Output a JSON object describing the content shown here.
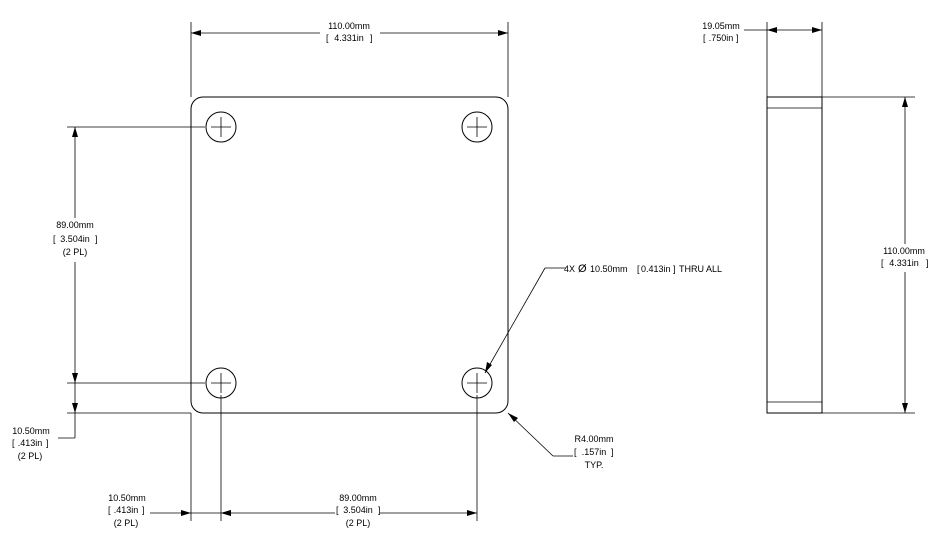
{
  "drawing": {
    "top_width": {
      "mm": "110.00mm",
      "inch": "4.331in"
    },
    "left_height": {
      "mm": "89.00mm",
      "inch": "3.504in",
      "note": "(2 PL)"
    },
    "left_offset": {
      "mm": "10.50mm",
      "inch": ".413in",
      "note": "(2 PL)"
    },
    "bottom_offset": {
      "mm": "10.50mm",
      "inch": ".413in",
      "note": "(2 PL)"
    },
    "bottom_spacing": {
      "mm": "89.00mm",
      "inch": "3.504in",
      "note": "(2 PL)"
    },
    "hole_callout": {
      "prefix": "4X",
      "symbol": "Ø",
      "mm": "10.50mm",
      "inch": "0.413in",
      "suffix": "THRU ALL"
    },
    "corner_radius": {
      "mm": "R4.00mm",
      "inch": ".157in",
      "note": "TYP."
    },
    "side_thickness": {
      "mm": "19.05mm",
      "inch": ".750in"
    },
    "side_height": {
      "mm": "110.00mm",
      "inch": "4.331in"
    }
  }
}
